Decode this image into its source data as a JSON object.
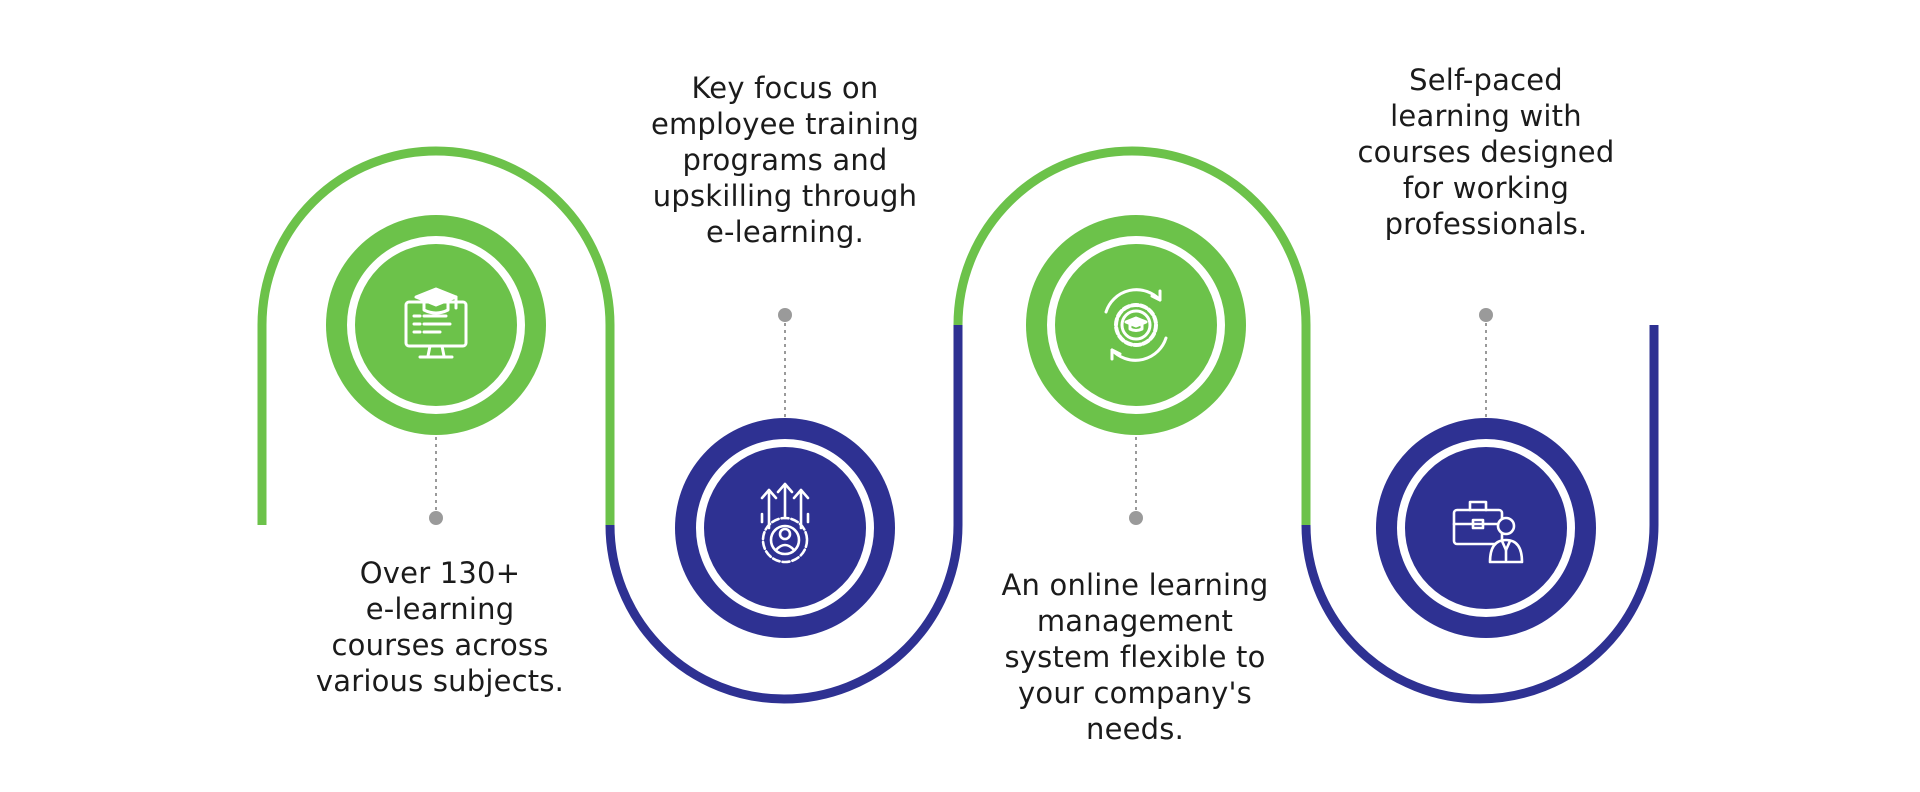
{
  "colors": {
    "green": "#6cc24a",
    "navy": "#2e3192",
    "white": "#ffffff",
    "connector": "#9a9a9a"
  },
  "steps": [
    {
      "text": "Over 130+\ne-learning\ncourses across\nvarious subjects.",
      "icon": "e-learning-monitor-icon",
      "color": "green"
    },
    {
      "text": "Key focus on\nemployee training\nprograms and\nupskilling through\ne-learning.",
      "icon": "upskilling-gear-icon",
      "color": "navy"
    },
    {
      "text": "An online learning\nmanagement\nsystem flexible to\nyour company's\nneeds.",
      "icon": "learning-management-cycle-icon",
      "color": "green"
    },
    {
      "text": "Self-paced\nlearning with\ncourses designed\nfor working\nprofessionals.",
      "icon": "working-professional-briefcase-icon",
      "color": "navy"
    }
  ]
}
